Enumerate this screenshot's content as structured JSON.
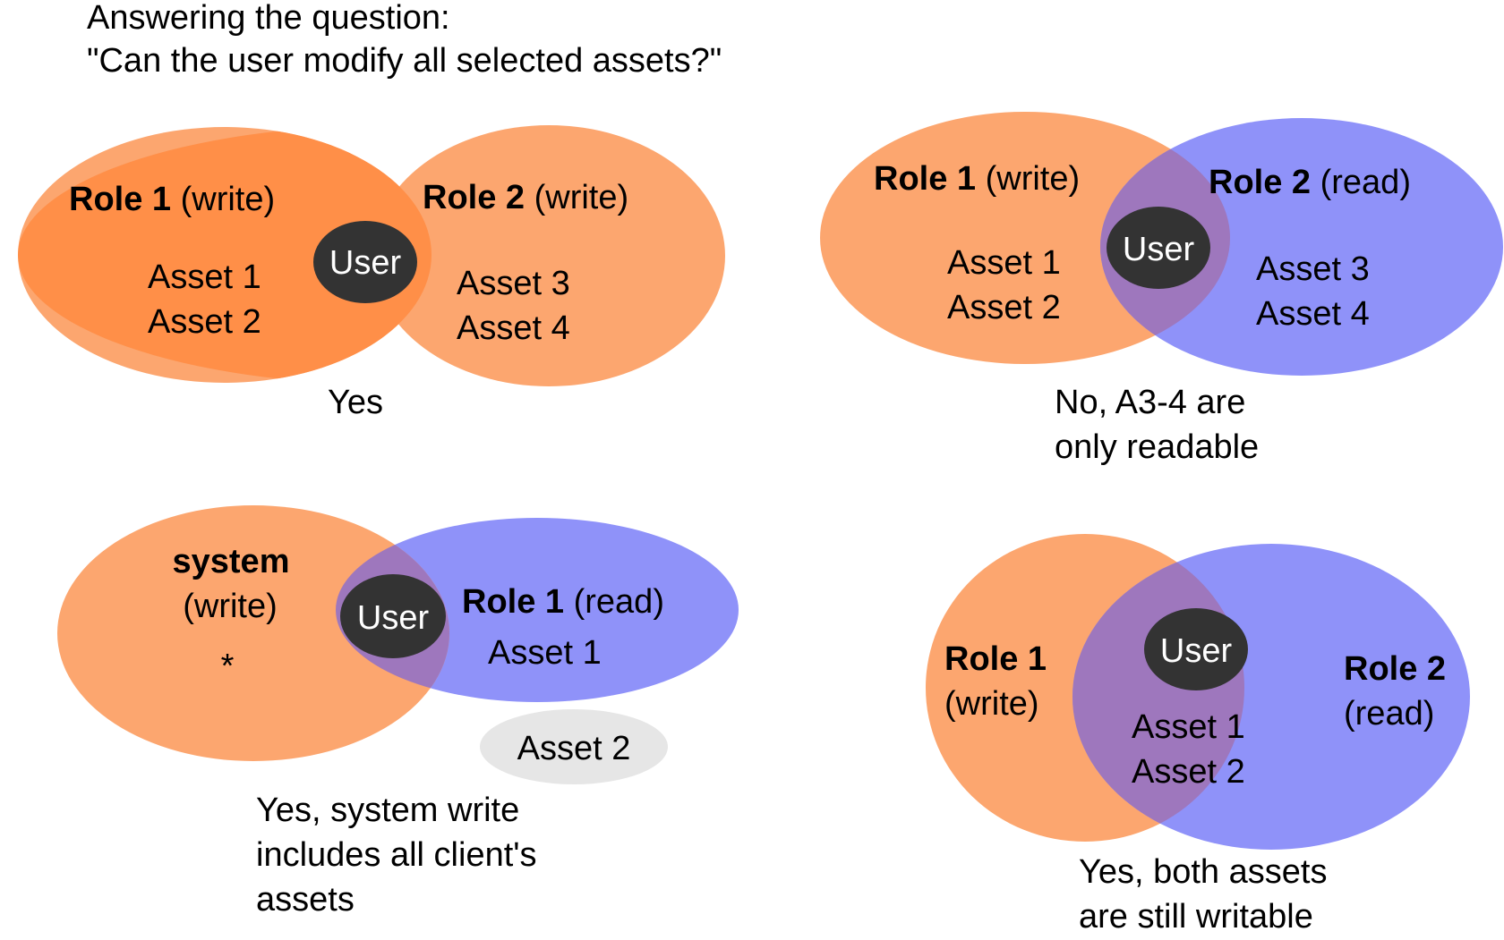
{
  "header": {
    "line1": "Answering the question:",
    "line2": "\"Can the user modify all selected assets?\""
  },
  "colors": {
    "write": "#fca66f",
    "read": "#8f92f9",
    "write_overlap": "#ff8f48",
    "mixed_overlap": "#9e77bd",
    "user": "#333333",
    "unassigned": "#e6e6e6"
  },
  "user_label": "User",
  "scenarios": {
    "s1": {
      "role_a_name": "Role 1",
      "role_a_perm": "(write)",
      "role_b_name": "Role 2",
      "role_b_perm": "(write)",
      "assets_a": [
        "Asset 1",
        "Asset 2"
      ],
      "assets_b": [
        "Asset 3",
        "Asset 4"
      ],
      "answer": [
        "Yes"
      ]
    },
    "s2": {
      "role_a_name": "Role 1",
      "role_a_perm": "(write)",
      "role_b_name": "Role 2",
      "role_b_perm": "(read)",
      "assets_a": [
        "Asset 1",
        "Asset 2"
      ],
      "assets_b": [
        "Asset 3",
        "Asset 4"
      ],
      "answer": [
        "No, A3-4 are",
        "only readable"
      ]
    },
    "s3": {
      "role_a_name": "system",
      "role_a_perm": "(write)",
      "role_a_scope": "*",
      "role_b_name": "Role 1",
      "role_b_perm": "(read)",
      "assets_b": [
        "Asset 1"
      ],
      "outside_asset": "Asset 2",
      "answer": [
        "Yes, system write",
        "includes all client's",
        "assets"
      ]
    },
    "s4": {
      "role_a_name": "Role 1",
      "role_a_perm": "(write)",
      "role_b_name": "Role 2",
      "role_b_perm": "(read)",
      "assets_shared": [
        "Asset 1",
        "Asset 2"
      ],
      "answer": [
        "Yes, both assets",
        "are still writable"
      ]
    }
  }
}
